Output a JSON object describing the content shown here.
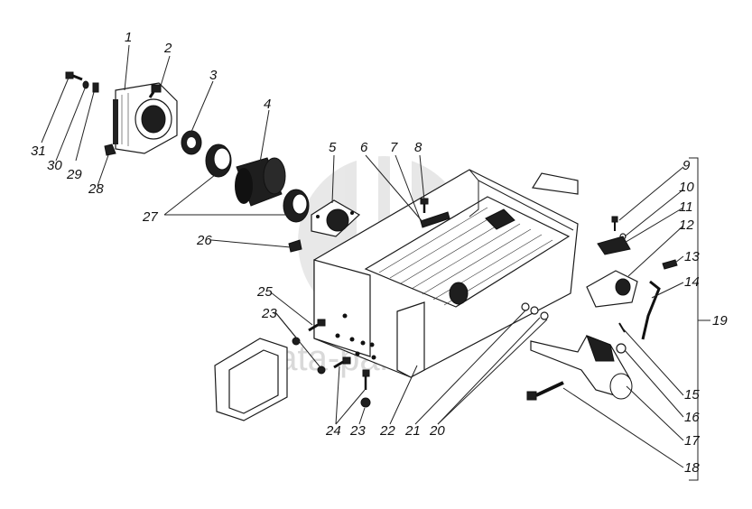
{
  "watermark": {
    "text": "data-parts",
    "color": "#d9d9d9"
  },
  "callouts": [
    {
      "num": "1"
    },
    {
      "num": "2"
    },
    {
      "num": "3"
    },
    {
      "num": "4"
    },
    {
      "num": "5"
    },
    {
      "num": "6"
    },
    {
      "num": "7"
    },
    {
      "num": "8"
    },
    {
      "num": "9"
    },
    {
      "num": "10"
    },
    {
      "num": "11"
    },
    {
      "num": "12"
    },
    {
      "num": "13"
    },
    {
      "num": "14"
    },
    {
      "num": "15"
    },
    {
      "num": "16"
    },
    {
      "num": "17"
    },
    {
      "num": "18"
    },
    {
      "num": "19"
    },
    {
      "num": "20"
    },
    {
      "num": "21"
    },
    {
      "num": "22"
    },
    {
      "num": "23"
    },
    {
      "num": "23"
    },
    {
      "num": "24"
    },
    {
      "num": "25"
    },
    {
      "num": "26"
    },
    {
      "num": "27"
    },
    {
      "num": "28"
    },
    {
      "num": "29"
    },
    {
      "num": "30"
    },
    {
      "num": "31"
    }
  ]
}
